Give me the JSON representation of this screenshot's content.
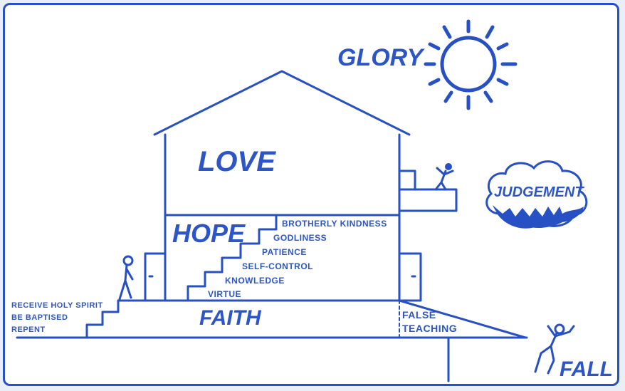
{
  "labels": {
    "glory": "GLORY",
    "love": "LOVE",
    "hope": "HOPE",
    "faith": "FAITH",
    "judgement": "JUDGEMENT",
    "fall": "FALL",
    "false_teaching_1": "FALSE",
    "false_teaching_2": "TEACHING"
  },
  "left_steps": [
    "RECEIVE HOLY SPIRIT",
    "BE BAPTISED",
    "REPENT"
  ],
  "stairs": [
    "BROTHERLY KINDNESS",
    "GODLINESS",
    "PATIENCE",
    "SELF-CONTROL",
    "KNOWLEDGE",
    "VIRTUE"
  ],
  "colors": {
    "ink": "#2750c4",
    "cloud_fill": "#2750c4",
    "paper": "#ffffff"
  }
}
